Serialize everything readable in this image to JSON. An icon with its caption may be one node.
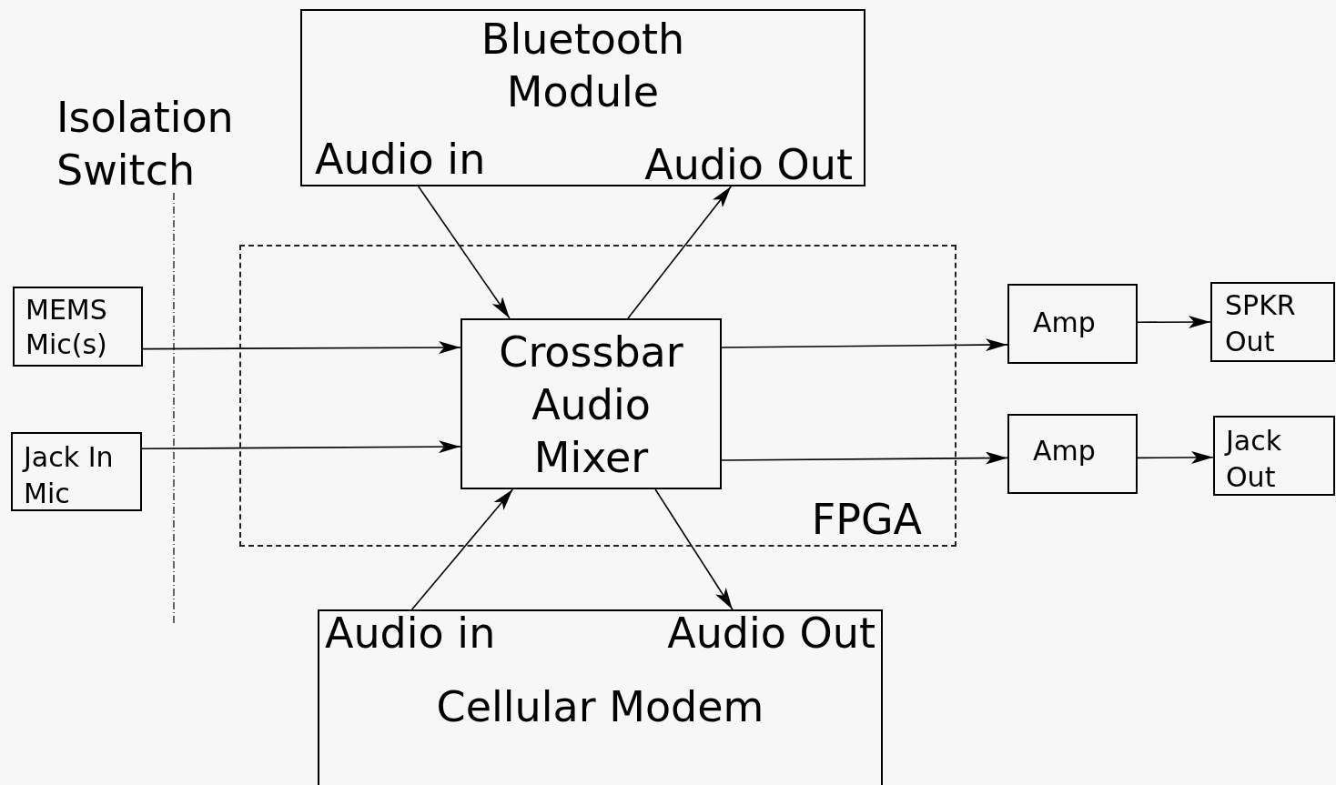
{
  "diagram": {
    "nodes": [
      {
        "text": [
          "Bluetooth Module",
          "Audio in",
          "Audio Out"
        ]
      },
      {
        "text": [
          "FPGA"
        ]
      },
      {
        "text": [
          "Crossbar Audio Mixer"
        ],
        "in": 1
      },
      {
        "text": [
          "MEMS Mic(s)"
        ]
      },
      {
        "text": [
          "Jack In Mic"
        ]
      },
      {
        "text": [
          "Amp"
        ]
      },
      {
        "text": [
          "SPKR Out"
        ]
      },
      {
        "text": [
          "Amp"
        ]
      },
      {
        "text": [
          "Jack Out"
        ]
      },
      {
        "text": [
          "Audio in",
          "Audio Out",
          "Cellular Modem"
        ]
      }
    ],
    "edges": [
      {
        "from": 0,
        "to": 2,
        "arrow": "to"
      },
      {
        "from": 2,
        "to": 0,
        "arrow": "to"
      },
      {
        "from": 3,
        "to": 2,
        "arrow": "to"
      },
      {
        "from": 4,
        "to": 2,
        "arrow": "to"
      },
      {
        "from": 2,
        "to": 5,
        "arrow": "to"
      },
      {
        "from": 5,
        "to": 6,
        "arrow": "to"
      },
      {
        "from": 2,
        "to": 7,
        "arrow": "to"
      },
      {
        "from": 7,
        "to": 8,
        "arrow": "to"
      },
      {
        "from": 9,
        "to": 2,
        "arrow": "to"
      },
      {
        "from": 2,
        "to": 9,
        "arrow": "to"
      }
    ],
    "labels": [
      "Isolation Switch"
    ]
  }
}
